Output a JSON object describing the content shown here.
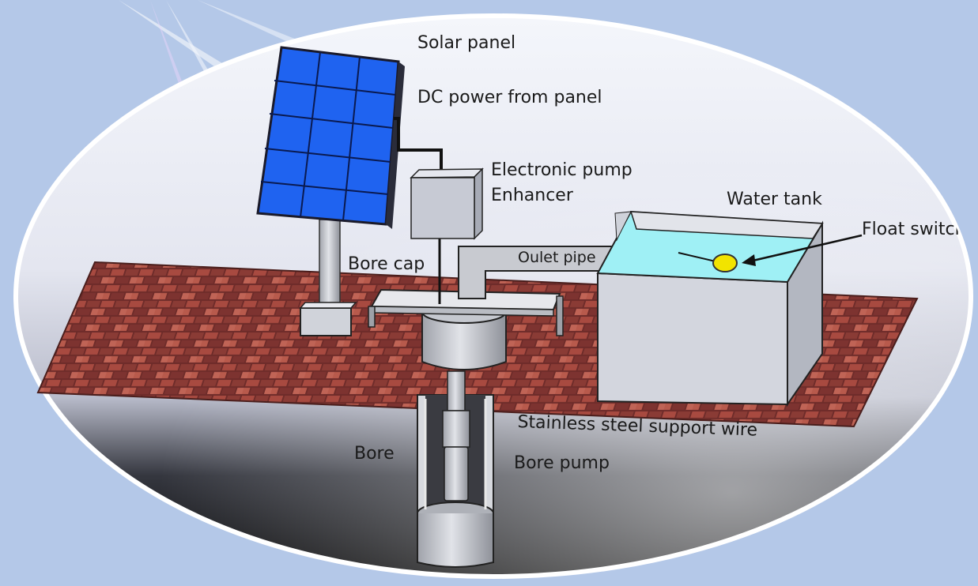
{
  "diagram": {
    "labels": {
      "solar_panel": "Solar panel",
      "dc_power": "DC power from panel",
      "pump_enhancer_line1": "Electronic pump",
      "pump_enhancer_line2": "Enhancer",
      "water_tank": "Water tank",
      "float_switch": "Float switch",
      "bore_cap": "Bore cap",
      "outlet_pipe": "Oulet pipe",
      "support_wire": "Stainless steel support wire",
      "bore": "Bore",
      "bore_pump": "Bore pump"
    },
    "colors": {
      "background": "#b4c8e8",
      "panel_blue": "#1f63f0",
      "brick": "#8c3a33",
      "water": "#9ff0f5",
      "float": "#f2e400",
      "metal": "#c8ccd6"
    }
  }
}
